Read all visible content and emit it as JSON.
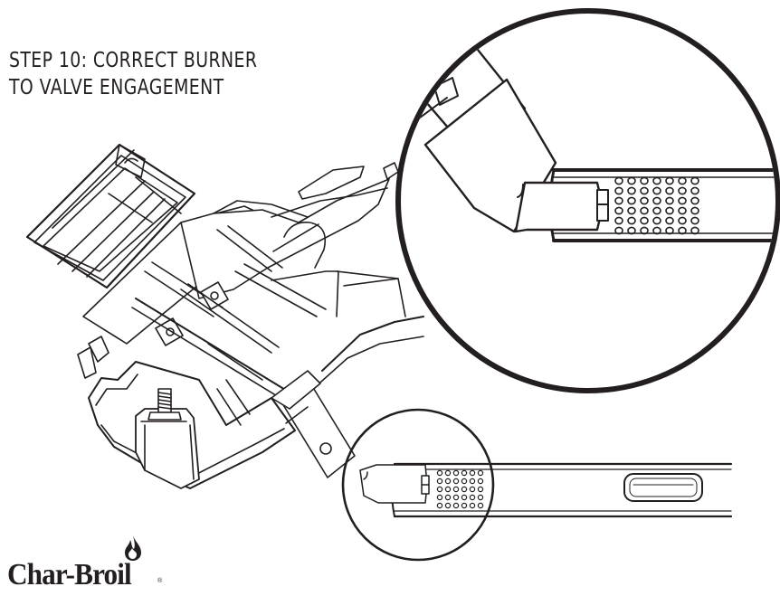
{
  "title": {
    "line1": "STEP 10: CORRECT BURNER",
    "line2": "TO VALVE ENGAGEMENT"
  },
  "brand": {
    "name": "Char-Broil",
    "trademark": "®",
    "icon": "flame-icon"
  },
  "colors": {
    "ink": "#231f20",
    "background": "#ffffff"
  },
  "callouts": {
    "magnified": "large-detail-circle",
    "source": "small-detail-circle"
  }
}
